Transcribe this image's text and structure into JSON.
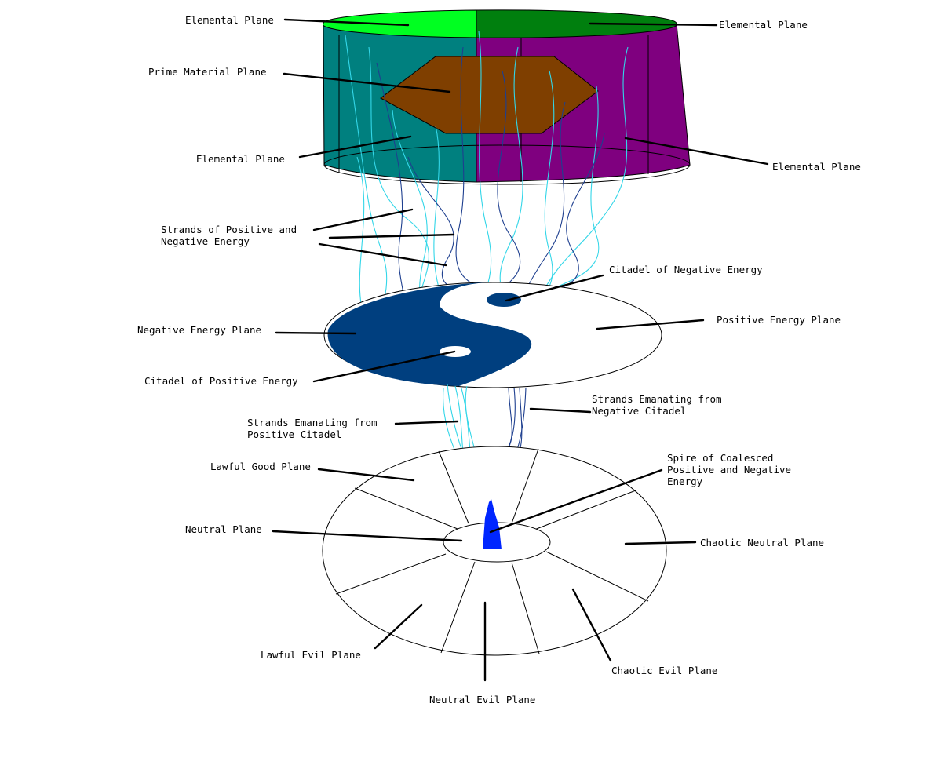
{
  "colors": {
    "elemental_light_green": "#00ff21",
    "elemental_dark_green": "#007f0e",
    "elemental_teal": "#00807f",
    "elemental_purple": "#7f007f",
    "prime_material_brown": "#7f3f00",
    "negative_energy_blue": "#003f7f",
    "spire_blue": "#0026ff",
    "positive_strand": "#33d6e8",
    "negative_strand": "#1e3f8f"
  },
  "labels": {
    "elemental_top_left": "Elemental Plane",
    "elemental_top_right": "Elemental Plane",
    "prime_material": "Prime Material Plane",
    "elemental_bottom_left": "Elemental Plane",
    "elemental_bottom_right": "Elemental Plane",
    "strands_line1": "Strands of Positive and",
    "strands_line2": "Negative Energy",
    "citadel_negative": "Citadel of Negative Energy",
    "negative_plane": "Negative Energy Plane",
    "positive_plane": "Positive Energy Plane",
    "citadel_positive": "Citadel of Positive Energy",
    "neg_strands_line1": "Strands Emanating from",
    "neg_strands_line2": "Negative Citadel",
    "pos_strands_line1": "Strands Emanating from",
    "pos_strands_line2": "Positive Citadel",
    "spire_line1": "Spire of Coalesced",
    "spire_line2": "Positive and Negative",
    "spire_line3": "Energy",
    "lawful_good": "Lawful Good Plane",
    "neutral": "Neutral Plane",
    "chaotic_neutral": "Chaotic Neutral Plane",
    "lawful_evil": "Lawful Evil Plane",
    "chaotic_evil": "Chaotic Evil Plane",
    "neutral_evil": "Neutral Evil Plane"
  }
}
